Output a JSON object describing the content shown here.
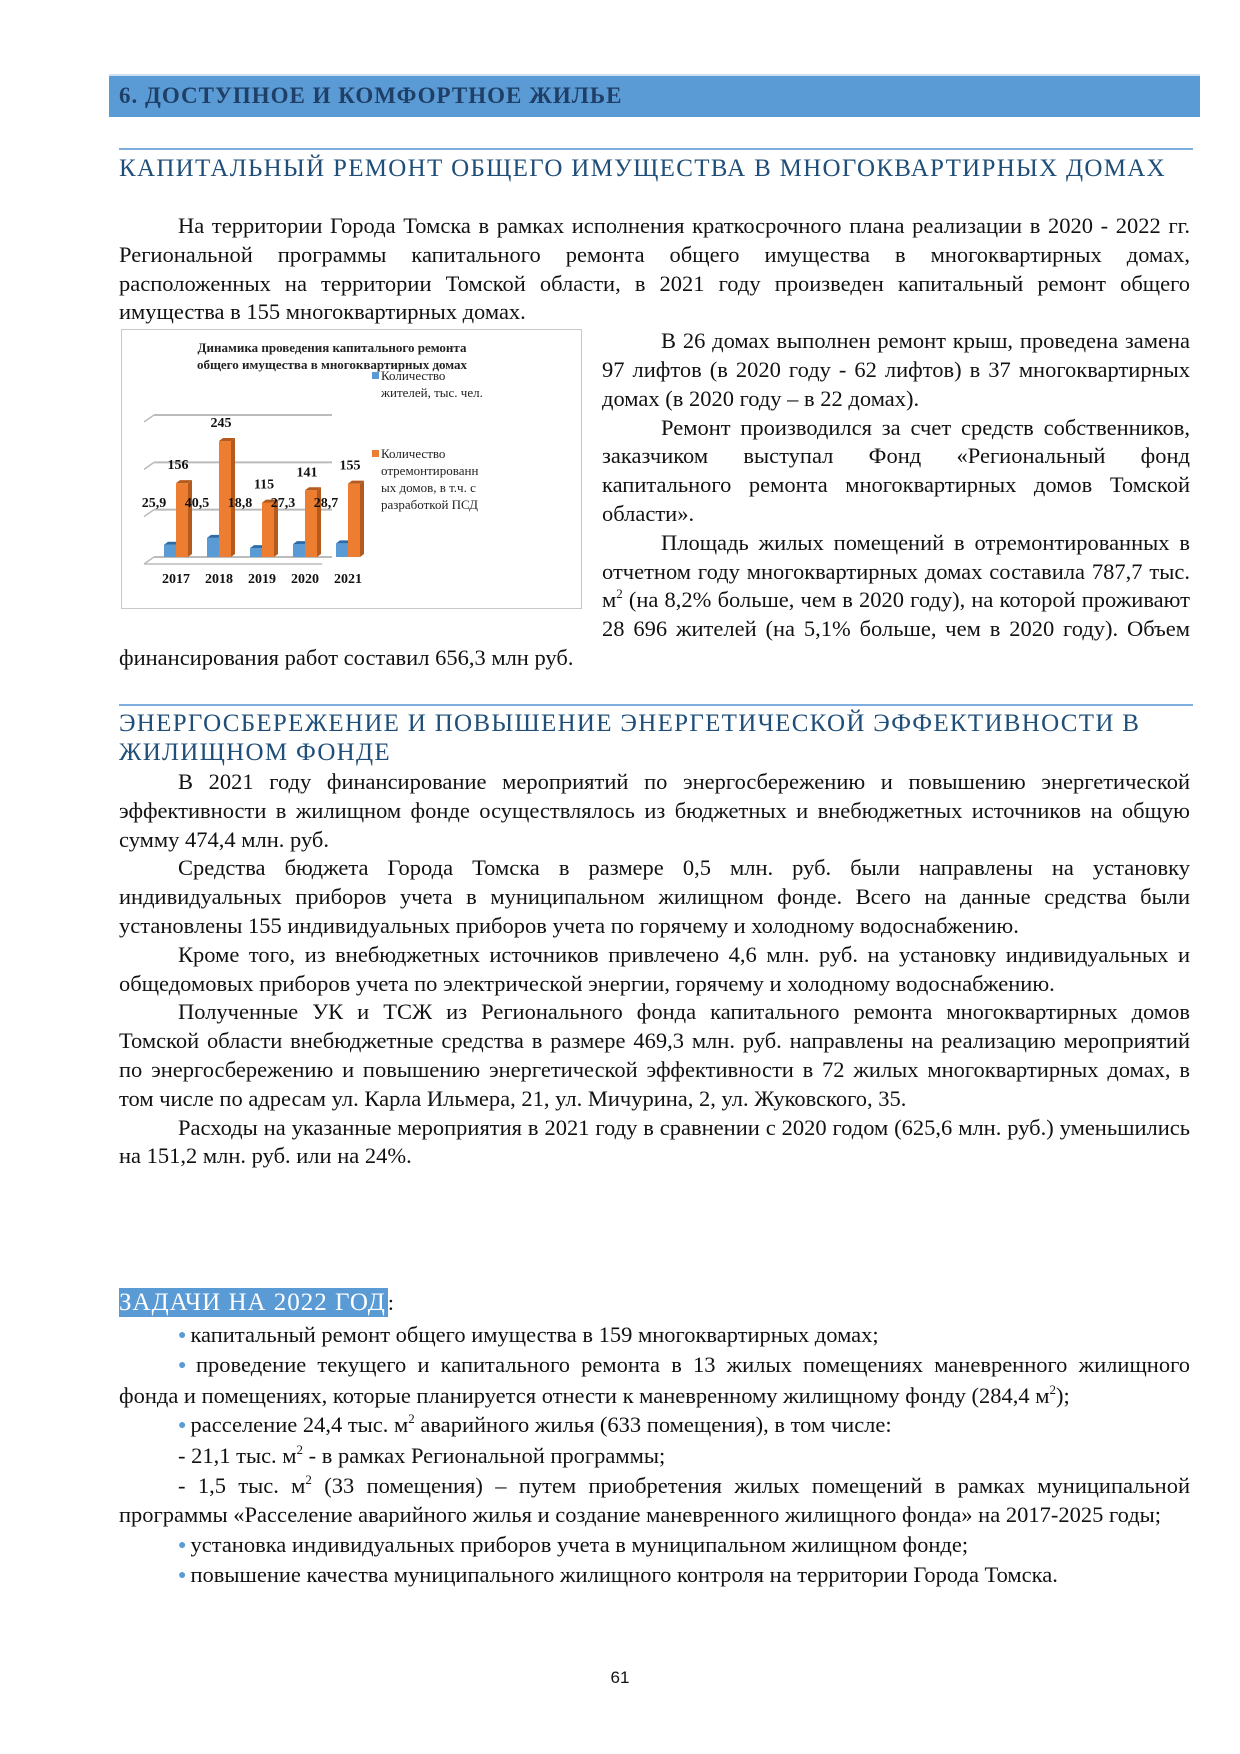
{
  "banner": "6. ДОСТУПНОЕ И КОМФОРТНОЕ ЖИЛЬЕ",
  "section1": {
    "heading": "КАПИТАЛЬНЫЙ РЕМОНТ ОБЩЕГО ИМУЩЕСТВА В МНОГОКВАРТИРНЫХ ДОМАХ",
    "p1": "На территории Города Томска в рамках исполнения краткосрочного плана реализации в 2020 - 2022 гг. Региональной программы капитального ремонта общего имущества в многоквартирных домах, расположенных на территории Томской области, в 2021 году произведен капитальный ремонт общего имущества в 155 многоквартирных домах.",
    "p2": "В 26 домах выполнен ремонт крыш, проведена замена 97 лифтов (в 2020 году - 62 лифтов) в 37 многоквартирных домах (в 2020 году – в 22 домах).",
    "p3": "Ремонт производился за счет средств собственников, заказчиком выступал Фонд «Региональный фонд капитального ремонта многоквартирных домов Томской области».",
    "p4a": "Площадь жилых помещений в отремонтированных в отчетном году многоквартирных домах составила 787,7 тыс. м",
    "p4sup": "2",
    "p4b": " (на 8,2% больше, чем в 2020 году), на которой проживают 28 696 жителей (на 5,1% больше, чем в 2020 году). Объем финансирования работ составил 656,3 млн руб."
  },
  "chart_data": {
    "type": "bar",
    "title": "Динамика проведения капитального ремонта общего имущества в многоквартирных домах",
    "categories": [
      "2017",
      "2018",
      "2019",
      "2020",
      "2021"
    ],
    "series": [
      {
        "name": "Количество жителей, тыс. чел.",
        "values": [
          25.9,
          40.5,
          18.8,
          27.3,
          28.7
        ],
        "labels": [
          "25,9",
          "40,5",
          "18,8",
          "27,3",
          "28,7"
        ],
        "color": "#5b9bd5"
      },
      {
        "name": "Количество отремонтированных домов, в т.ч. с разработкой ПСД",
        "values": [
          156,
          245,
          115,
          141,
          155
        ],
        "labels": [
          "156",
          "245",
          "115",
          "141",
          "155"
        ],
        "color": "#ed7d31"
      }
    ],
    "legend_lines": [
      [
        "Количество",
        "жителей, тыс. чел."
      ],
      [
        "Количество",
        "отремонтированн",
        "ых домов, в т.ч. с",
        "разработкой ПСД"
      ]
    ],
    "title_lines": [
      "Динамика проведения капитального ремонта",
      "общего имущества в многоквартирных домах"
    ],
    "ylim": [
      0,
      300
    ],
    "grid": true,
    "legend_position": "right"
  },
  "section2": {
    "heading": "ЭНЕРГОСБЕРЕЖЕНИЕ И ПОВЫШЕНИЕ ЭНЕРГЕТИЧЕСКОЙ ЭФФЕКТИВНОСТИ В ЖИЛИЩНОМ ФОНДЕ",
    "p1": "В 2021 году финансирование мероприятий по энергосбережению и повышению энергетической эффективности в жилищном фонде осуществлялось из бюджетных и внебюджетных источников на общую сумму 474,4 млн. руб.",
    "p2": "Средства бюджета Города Томска в размере 0,5 млн. руб. были направлены на установку индивидуальных приборов учета в муниципальном жилищном фонде. Всего на данные средства были установлены 155 индивидуальных приборов учета по горячему и холодному водоснабжению.",
    "p3": "Кроме того, из внебюджетных источников привлечено 4,6 млн. руб. на установку индивидуальных и общедомовых приборов учета по электрической энергии, горячему и холодному водоснабжению.",
    "p4": "Полученные УК и ТСЖ из Регионального фонда капитального ремонта многоквартирных домов Томской области внебюджетные средства в размере 469,3 млн. руб. направлены на реализацию мероприятий по энергосбережению и повышению энергетической эффективности в 72 жилых многоквартирных домах, в том числе по адресам ул. Карла Ильмера, 21, ул. Мичурина, 2, ул. Жуковского, 35.",
    "p5": "Расходы на указанные мероприятия в 2021 году в сравнении с 2020 годом (625,6 млн. руб.) уменьшились на 151,2 млн. руб. или на 24%."
  },
  "tasks": {
    "heading": "ЗАДАЧИ НА 2022 ГОД",
    "colon": ":",
    "b1": "капитальный ремонт общего имущества в 159 многоквартирных домах;",
    "b2a": "проведение текущего и капитального ремонта в 13 жилых помещениях маневренного жилищного фонда и помещениях, которые планируется отнести к маневренному жилищному фонду (284,4 м",
    "b2sup": "2",
    "b2b": ");",
    "b3a": "расселение 24,4 тыс. м",
    "b3sup": "2",
    "b3b": " аварийного жилья (633 помещения), в том числе:",
    "d1a": "- 21,1 тыс. м",
    "d1sup": "2",
    "d1b": " - в рамках Региональной программы;",
    "d2a": "- 1,5 тыс. м",
    "d2sup": "2",
    "d2b": " (33 помещения) – путем приобретения жилых помещений в рамках муниципальной программы «Расселение аварийного жилья и создание маневренного жилищного фонда» на 2017-2025 годы;",
    "b4": "установка индивидуальных приборов учета в муниципальном жилищном фонде;",
    "b5": "повышение качества муниципального жилищного контроля на территории  Города Томска.",
    "bullet": "●"
  },
  "page_number": "61"
}
